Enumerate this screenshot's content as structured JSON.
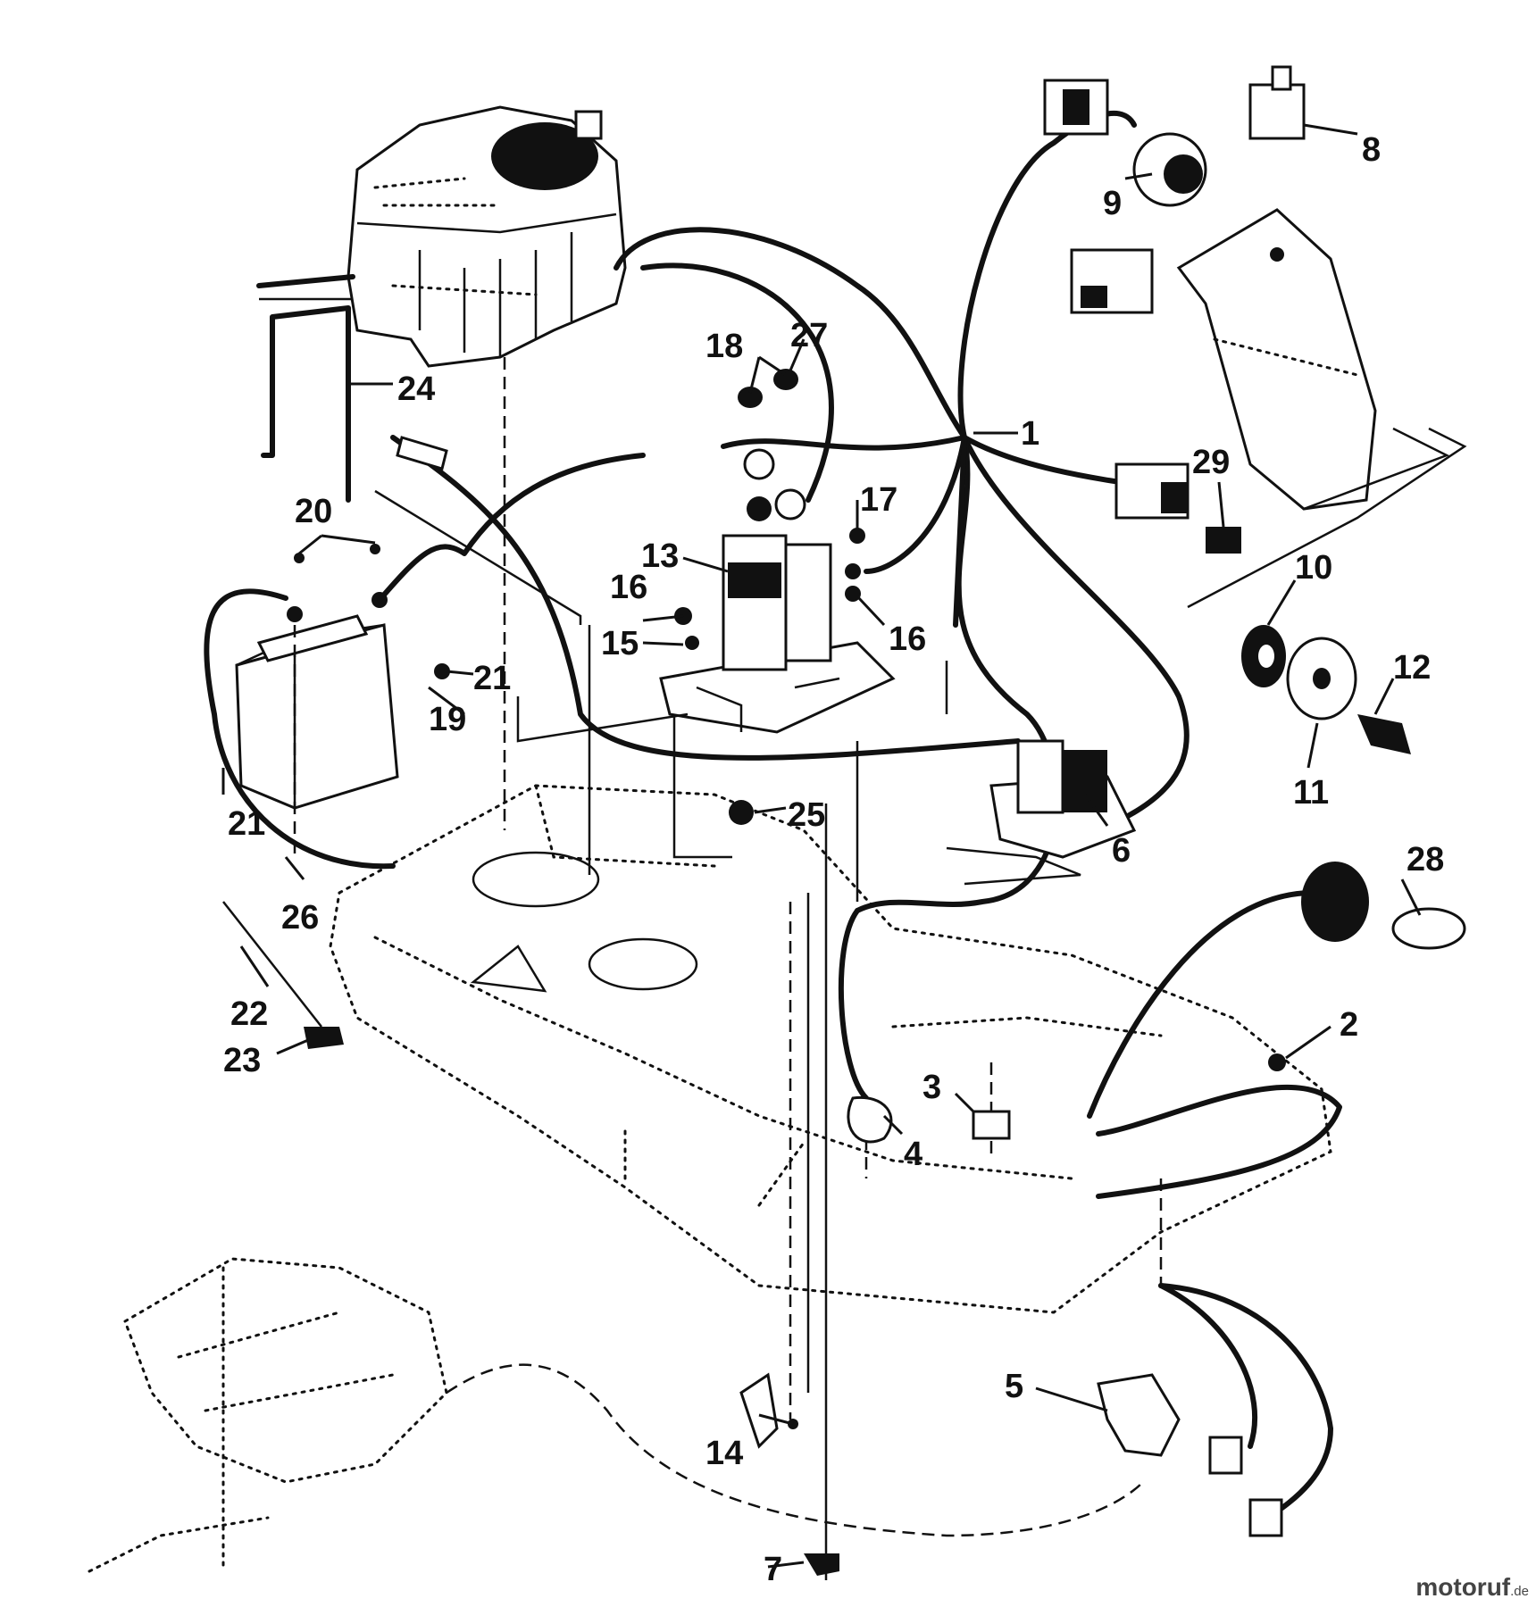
{
  "diagram": {
    "callouts": [
      {
        "id": "1",
        "text": "1"
      },
      {
        "id": "2",
        "text": "2"
      },
      {
        "id": "3",
        "text": "3"
      },
      {
        "id": "4",
        "text": "4"
      },
      {
        "id": "5",
        "text": "5"
      },
      {
        "id": "6",
        "text": "6"
      },
      {
        "id": "7",
        "text": "7"
      },
      {
        "id": "8",
        "text": "8"
      },
      {
        "id": "9",
        "text": "9"
      },
      {
        "id": "10",
        "text": "10"
      },
      {
        "id": "11",
        "text": "11"
      },
      {
        "id": "12",
        "text": "12"
      },
      {
        "id": "13",
        "text": "13"
      },
      {
        "id": "14",
        "text": "14"
      },
      {
        "id": "15",
        "text": "15"
      },
      {
        "id": "16a",
        "text": "16"
      },
      {
        "id": "16b",
        "text": "16"
      },
      {
        "id": "17",
        "text": "17"
      },
      {
        "id": "18",
        "text": "18"
      },
      {
        "id": "19",
        "text": "19"
      },
      {
        "id": "20",
        "text": "20"
      },
      {
        "id": "21a",
        "text": "21"
      },
      {
        "id": "21b",
        "text": "21"
      },
      {
        "id": "22",
        "text": "22"
      },
      {
        "id": "23",
        "text": "23"
      },
      {
        "id": "24",
        "text": "24"
      },
      {
        "id": "25",
        "text": "25"
      },
      {
        "id": "26",
        "text": "26"
      },
      {
        "id": "27",
        "text": "27"
      },
      {
        "id": "28",
        "text": "28"
      },
      {
        "id": "29",
        "text": "29"
      }
    ]
  },
  "watermark": {
    "brand": "motoruf",
    "suffix": ".de"
  }
}
